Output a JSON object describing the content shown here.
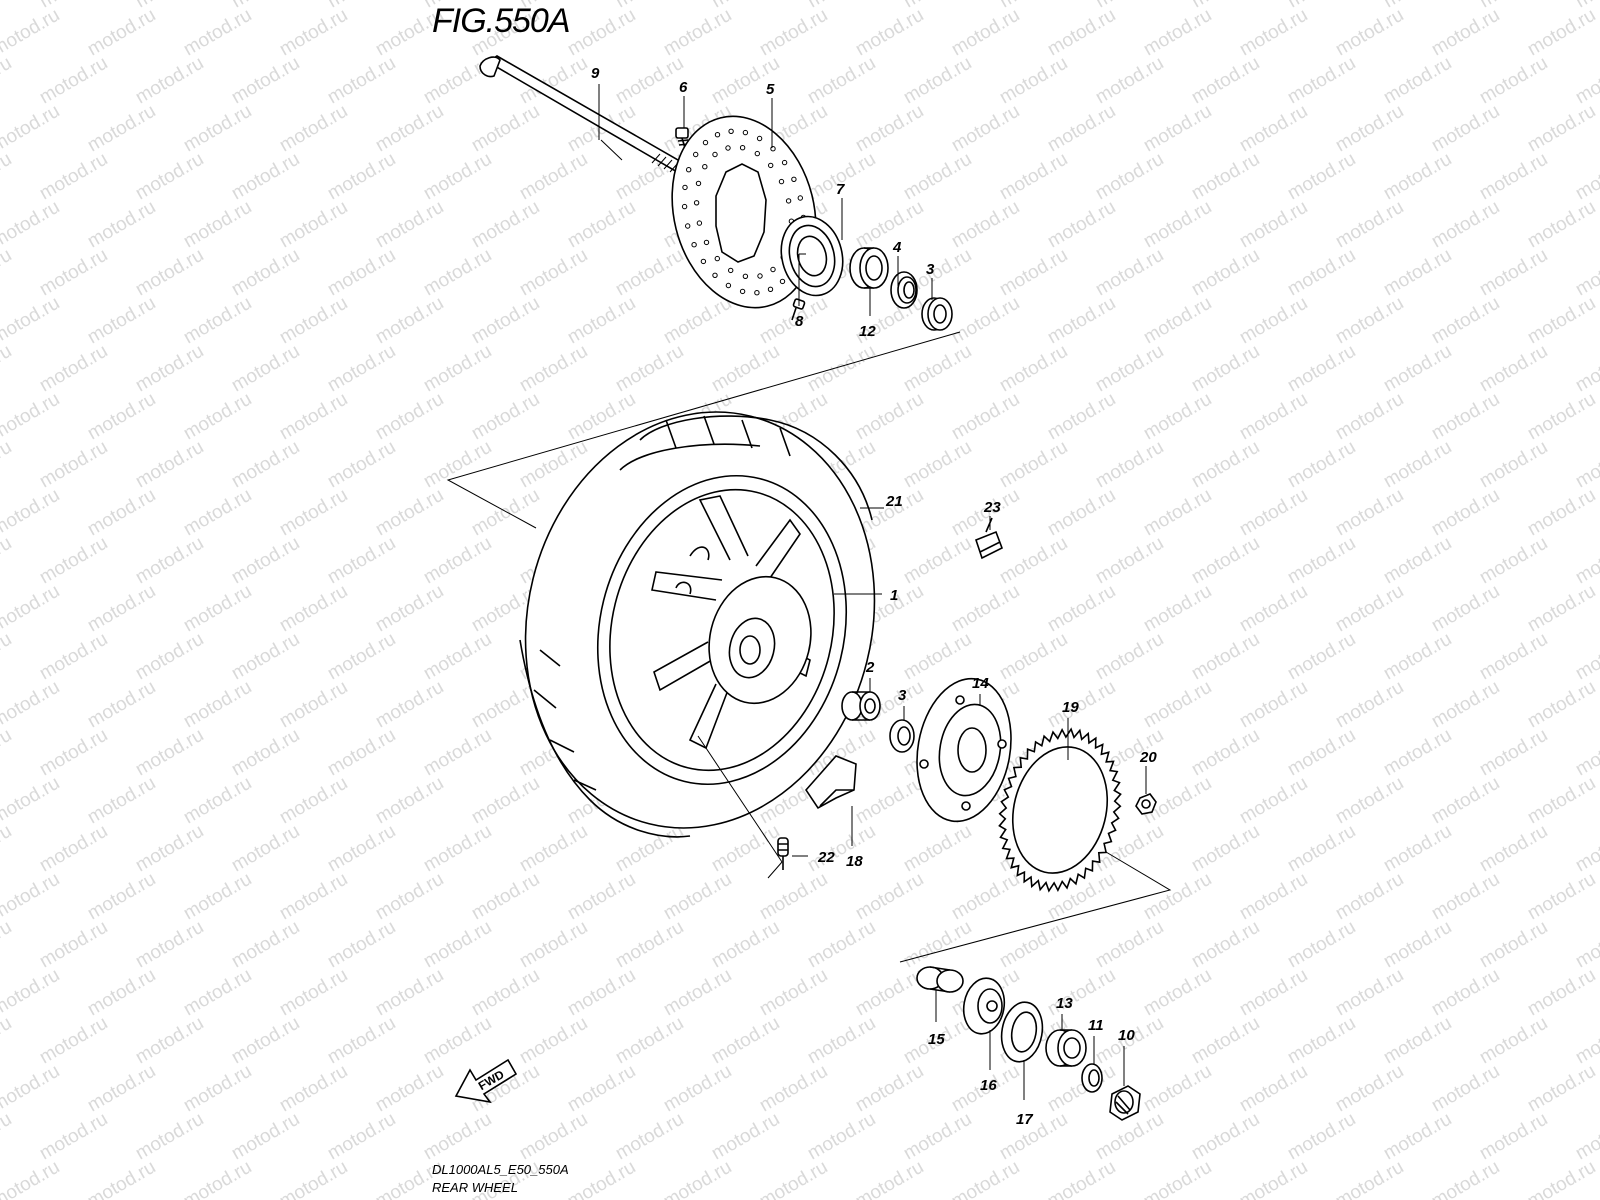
{
  "figure": {
    "title": "FIG.550A",
    "footer_code": "DL1000AL5_E50_550A",
    "footer_name": "REAR WHEEL",
    "watermark": "motod.ru",
    "direction_label": "FWD"
  },
  "callouts": [
    {
      "id": "1",
      "label": "1"
    },
    {
      "id": "2",
      "label": "2"
    },
    {
      "id": "3a",
      "label": "3"
    },
    {
      "id": "3b",
      "label": "3"
    },
    {
      "id": "4",
      "label": "4"
    },
    {
      "id": "5",
      "label": "5"
    },
    {
      "id": "6",
      "label": "6"
    },
    {
      "id": "7",
      "label": "7"
    },
    {
      "id": "8",
      "label": "8"
    },
    {
      "id": "9",
      "label": "9"
    },
    {
      "id": "10",
      "label": "10"
    },
    {
      "id": "11",
      "label": "11"
    },
    {
      "id": "12",
      "label": "12"
    },
    {
      "id": "13",
      "label": "13"
    },
    {
      "id": "14",
      "label": "14"
    },
    {
      "id": "15",
      "label": "15"
    },
    {
      "id": "16",
      "label": "16"
    },
    {
      "id": "17",
      "label": "17"
    },
    {
      "id": "18",
      "label": "18"
    },
    {
      "id": "19",
      "label": "19"
    },
    {
      "id": "20",
      "label": "20"
    },
    {
      "id": "21",
      "label": "21"
    },
    {
      "id": "22",
      "label": "22"
    },
    {
      "id": "23",
      "label": "23"
    }
  ]
}
